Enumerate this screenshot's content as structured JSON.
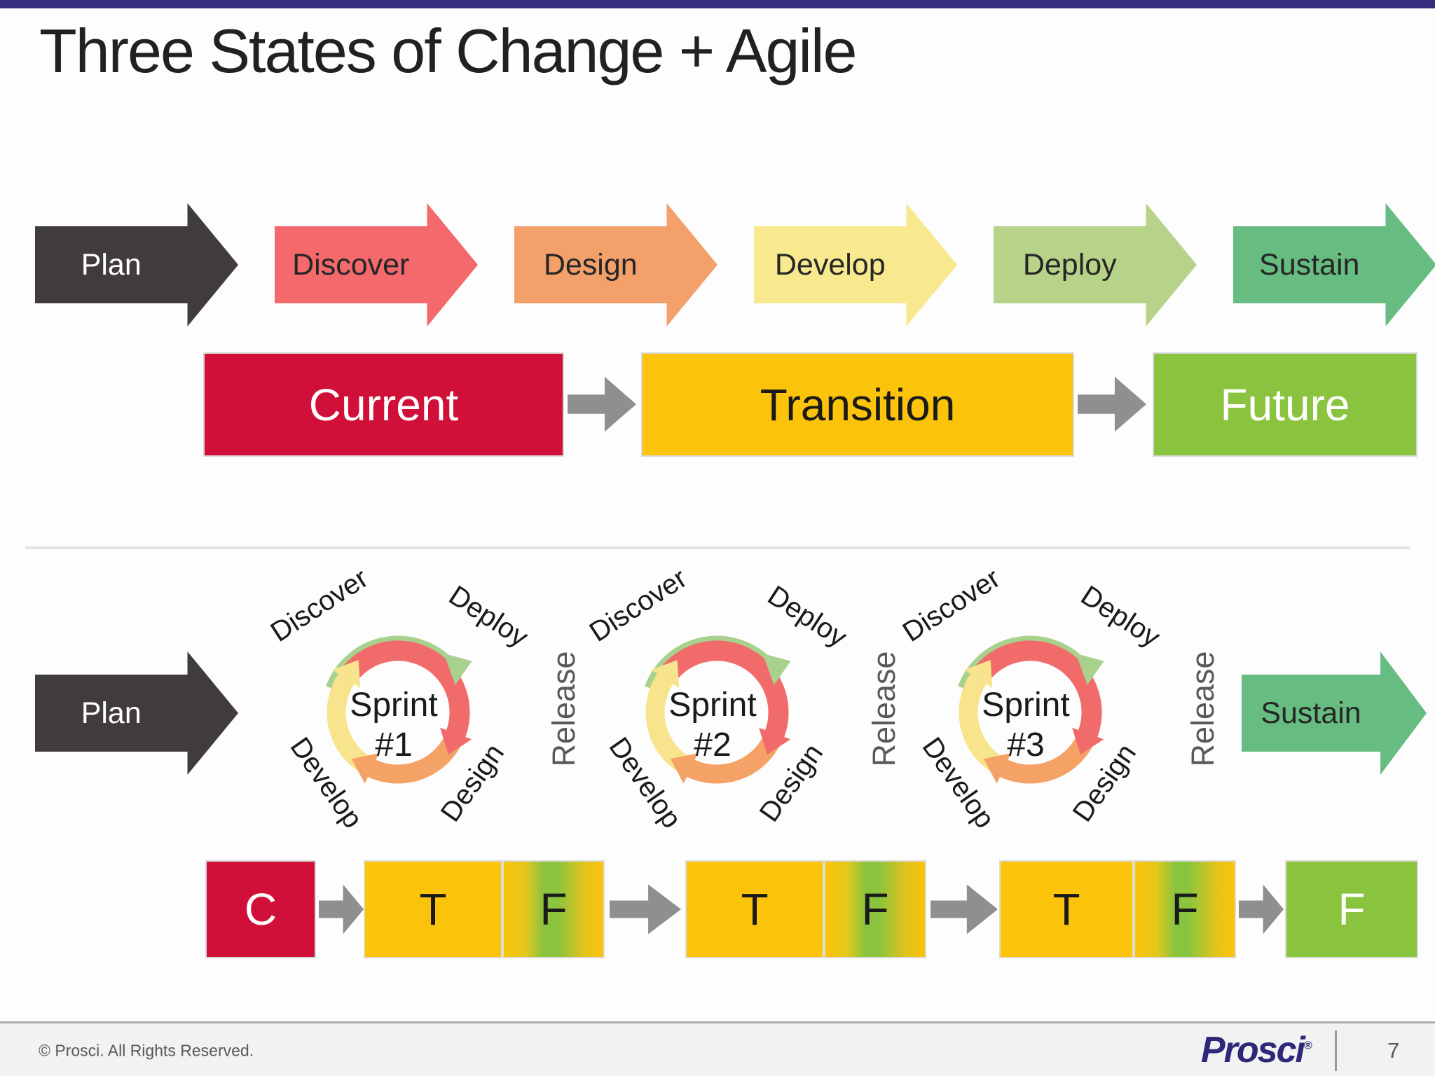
{
  "slide": {
    "title": "Three States of Change + Agile",
    "page_number": "7",
    "copyright": "© Prosci. All Rights Reserved.",
    "brand_logo": "Prosci",
    "brand_reg": "®"
  },
  "top_flow": {
    "arrows": [
      {
        "label": "Plan"
      },
      {
        "label": "Discover"
      },
      {
        "label": "Design"
      },
      {
        "label": "Develop"
      },
      {
        "label": "Deploy"
      },
      {
        "label": "Sustain"
      }
    ]
  },
  "states": {
    "current": "Current",
    "transition": "Transition",
    "future": "Future"
  },
  "agile": {
    "plan": "Plan",
    "sustain": "Sustain",
    "release": "Release",
    "sprints": [
      {
        "line1": "Sprint",
        "line2": "#1",
        "discover": "Discover",
        "deploy": "Deploy",
        "develop": "Develop",
        "design": "Design"
      },
      {
        "line1": "Sprint",
        "line2": "#2",
        "discover": "Discover",
        "deploy": "Deploy",
        "develop": "Develop",
        "design": "Design"
      },
      {
        "line1": "Sprint",
        "line2": "#3",
        "discover": "Discover",
        "deploy": "Deploy",
        "develop": "Develop",
        "design": "Design"
      }
    ]
  },
  "bottom": {
    "c": "C",
    "t": "T",
    "f": "F"
  },
  "colors": {
    "top_bar": "#342d7d",
    "plan_dark": "#403c3c",
    "discover_red": "#f4696b",
    "design_orange": "#f3a06a",
    "develop_yellow": "#f8e88e",
    "deploy_light_green": "#b6d389",
    "sustain_green": "#67bc81",
    "current_red": "#d01039",
    "transition_yellow": "#fcc30b",
    "future_green": "#8ac43f",
    "connector_gray": "#8f8f8f",
    "text_gray": "#595959",
    "brand_indigo": "#2e2878"
  }
}
